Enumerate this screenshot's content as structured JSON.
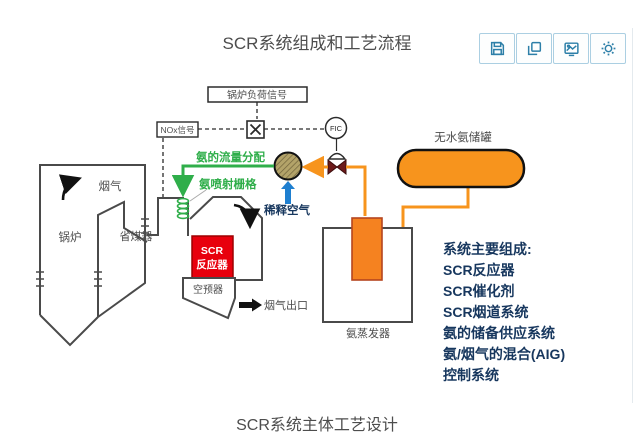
{
  "page": {
    "title_top": "SCR系统组成和工艺流程",
    "title_bottom": "SCR系统主体工艺设计"
  },
  "toolbar": {
    "buttons": [
      "save",
      "copy",
      "export-image",
      "settings"
    ]
  },
  "diagram": {
    "control_loop": {
      "boiler_load_signal": "锅炉负荷信号",
      "nox_signal": "NOx信号",
      "multiplier": "✕",
      "flow_controller": "FIC"
    },
    "labels": {
      "flue_gas": "烟气",
      "boiler": "锅炉",
      "economizer": "省煤器",
      "scr_reactor_line1": "SCR",
      "scr_reactor_line2": "反应器",
      "air_preheater": "空预器",
      "flue_gas_outlet": "烟气出口",
      "ammonia_flow_distribution": "氨的流量分配",
      "ammonia_injection_grid": "氨喷射栅格",
      "dilution_air": "稀释空气",
      "ammonia_tank": "无水氨储罐",
      "ammonia_evaporator": "氨蒸发器"
    },
    "composition_list": {
      "heading": "系统主要组成:",
      "items": [
        "SCR反应器",
        "SCR催化剂",
        "SCR烟道系统",
        "氨的储备供应系统",
        "氨/烟气的混合(AIG)",
        "控制系统"
      ]
    },
    "colors": {
      "reactor_red": "#e8000d",
      "pipe_orange": "#f7941d",
      "ammonia_green": "#2fae4a",
      "dilution_blue": "#1e7fd0",
      "text_navy": "#17375e",
      "line_gray": "#4a4a4a",
      "toolbar_icon_blue": "#2d7fa8"
    }
  }
}
